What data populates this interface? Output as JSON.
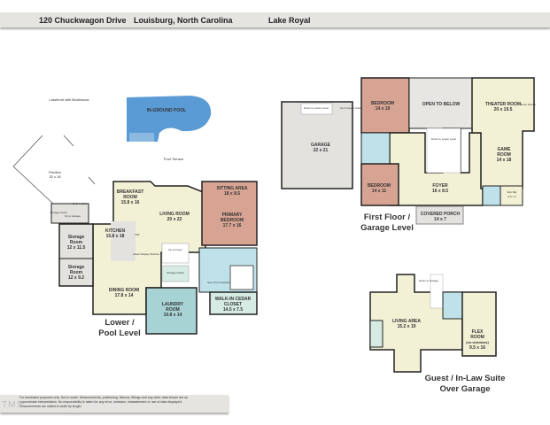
{
  "header": {
    "address": "120 Chuckwagon Drive",
    "city": "Louisburg, North Carolina",
    "community": "Lake Royal"
  },
  "lower_level": {
    "title_line1": "Lower /",
    "title_line2": "Pool Level",
    "lakefront": "Lakefront with Boathouse",
    "pool": "IN-GROUND POOL",
    "pool_terrace": "Pool Terrace",
    "pavilion": {
      "name": "Pavilion",
      "size": "32 x 18"
    },
    "rooms": [
      {
        "name": "BREAKFAST",
        "name2": "ROOM",
        "size": "15.8 x 16"
      },
      {
        "name": "LIVING ROOM",
        "size": "20 x 22"
      },
      {
        "name": "KITCHEN",
        "size": "15.8 x 18"
      },
      {
        "name": "SITTING AREA",
        "size": "18 x 8.5"
      },
      {
        "name": "PRIMARY",
        "name2": "BEDROOM",
        "size": "17.7 x 16"
      },
      {
        "name": "Storage",
        "name2": "Room",
        "size": "12 x 11.5"
      },
      {
        "name": "Storage",
        "name2": "Room",
        "size": "12 x 9.2"
      },
      {
        "name": "DINING ROOM",
        "size": "17.8 x 14"
      },
      {
        "name": "LAUNDRY",
        "name2": "ROOM",
        "size": "10.8 x 14"
      },
      {
        "name": "WALK-IN CEDAR",
        "name2": "CLOSET",
        "size": "14.5 x 7.5"
      }
    ],
    "notes": {
      "grill": "Built-in Grill",
      "storage_closet": "Storage closet",
      "up_garage": "Up to Garage",
      "dw": "DW",
      "glass": "Glass Display Shelves",
      "up_foyer": "Up to Foyer",
      "storage_closet2": "Storage Closet",
      "fireplace": "See-Thru Fireplace"
    }
  },
  "first_floor": {
    "title_line1": "First Floor /",
    "title_line2": "Garage Level",
    "rooms": [
      {
        "name": "GARAGE",
        "size": "22 x 21"
      },
      {
        "name": "BEDROOM",
        "size": "14 x 19"
      },
      {
        "name": "OPEN TO BELOW"
      },
      {
        "name": "THEATER ROOM",
        "size": "20 x 19.5"
      },
      {
        "name": "GAME",
        "name2": "ROOM",
        "size": "14 x 18"
      },
      {
        "name": "BEDROOM",
        "size": "14 x 11"
      },
      {
        "name": "FOYER",
        "size": "16 x 8.5"
      },
      {
        "name": "COVERED PORCH",
        "size": "14 x 7"
      }
    ],
    "notes": {
      "down_lower": "Down to Lower Level",
      "up_guest": "Up to Guest Suite",
      "stairs_down": "Down to Lower Level",
      "movie_screen": "Movie Screen",
      "wet_bar": "Wet Bar",
      "wet_bar_size": "6.5 x 5"
    }
  },
  "guest_suite": {
    "title_line1": "Guest / In-Law Suite",
    "title_line2": "Over Garage",
    "rooms": [
      {
        "name": "LIVING AREA",
        "size": "15.2 x 19"
      },
      {
        "name": "FLEX",
        "name2": "ROOM",
        "note": "(no windows)",
        "size": "9.5 x 16"
      }
    ],
    "notes": {
      "down_garage": "Down to Garage"
    }
  },
  "disclaimer": {
    "line1": "For illustrated purposes only. Not to scale. Measurements, positioning, fixtures, fittings and any other data shown are an",
    "line2": "approximate interpretation. No responsibility is taken for any error, omission, misstatement or use of data displayed.",
    "line3": "Measurements are stated in width by length.",
    "logo": "TMS"
  },
  "colors": {
    "living": "#f3f1d5",
    "bedroom": "#d7a493",
    "bath": "#bfe2ea",
    "closet": "#d5ebe3",
    "storage": "#e4e2de",
    "pool": "#5b9bd5",
    "laundry": "#a8d3d5"
  }
}
